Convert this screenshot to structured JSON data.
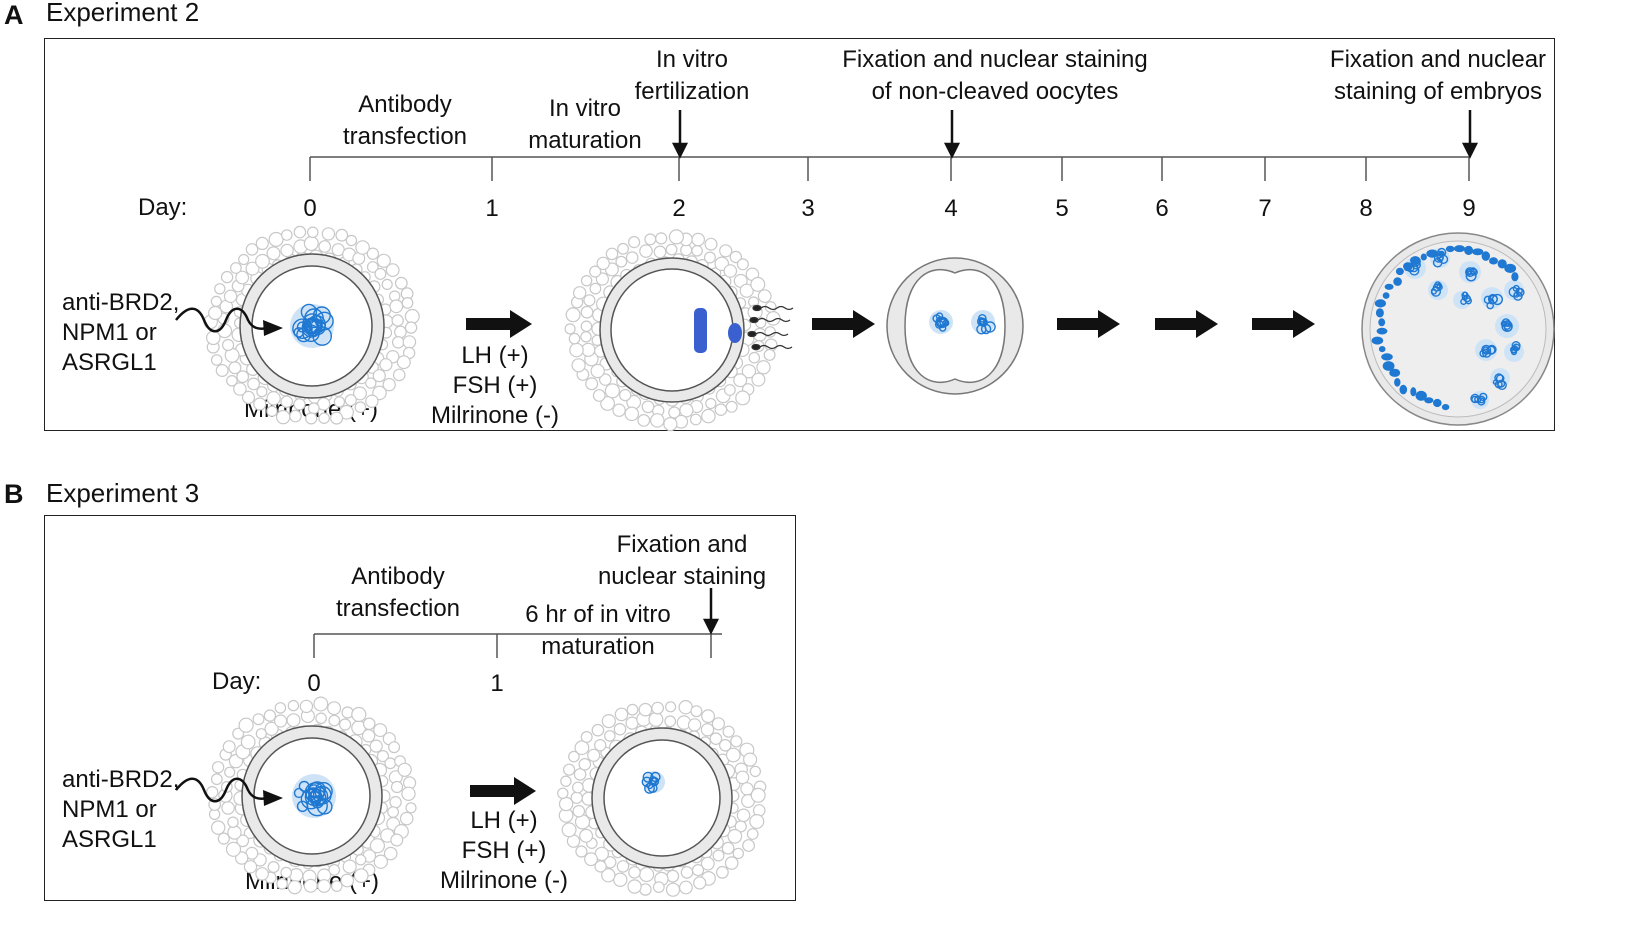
{
  "panel_a": {
    "letter": "A",
    "title": "Experiment  2",
    "antibody_transfection": [
      "Antibody",
      "transfection"
    ],
    "ivm": [
      "In vitro",
      "maturation"
    ],
    "ivf": [
      "In vitro",
      "fertilization"
    ],
    "fix_noncleaved": [
      "Fixation and nuclear staining",
      "of non-cleaved oocytes"
    ],
    "fix_embryos": [
      "Fixation and nuclear",
      "staining of embryos"
    ],
    "day_label": "Day:",
    "days": [
      "0",
      "1",
      "2",
      "3",
      "4",
      "5",
      "6",
      "7",
      "8",
      "9"
    ],
    "antibody_list": [
      "anti-BRD2,",
      "NPM1 or",
      "ASRGL1"
    ],
    "milrinone_plus": "Milrinone (+)",
    "treatment": [
      "LH (+)",
      "FSH (+)",
      "Milrinone (-)"
    ]
  },
  "panel_b": {
    "letter": "B",
    "title": "Experiment  3",
    "antibody_transfection": [
      "Antibody",
      "transfection"
    ],
    "fix_staining": [
      "Fixation and",
      "nuclear staining"
    ],
    "ivm6": [
      "6 hr of in vitro",
      "maturation"
    ],
    "day_label": "Day:",
    "days": [
      "0",
      "1"
    ],
    "antibody_list": [
      "anti-BRD2,",
      "NPM1 or",
      "ASRGL1"
    ],
    "milrinone_plus": "Milrinone (+)",
    "treatment": [
      "LH (+)",
      "FSH (+)",
      "Milrinone (-)"
    ]
  },
  "colors": {
    "nucleus": "#1f78d1",
    "chromosome": "#3a5fcf",
    "border": "#222222"
  }
}
